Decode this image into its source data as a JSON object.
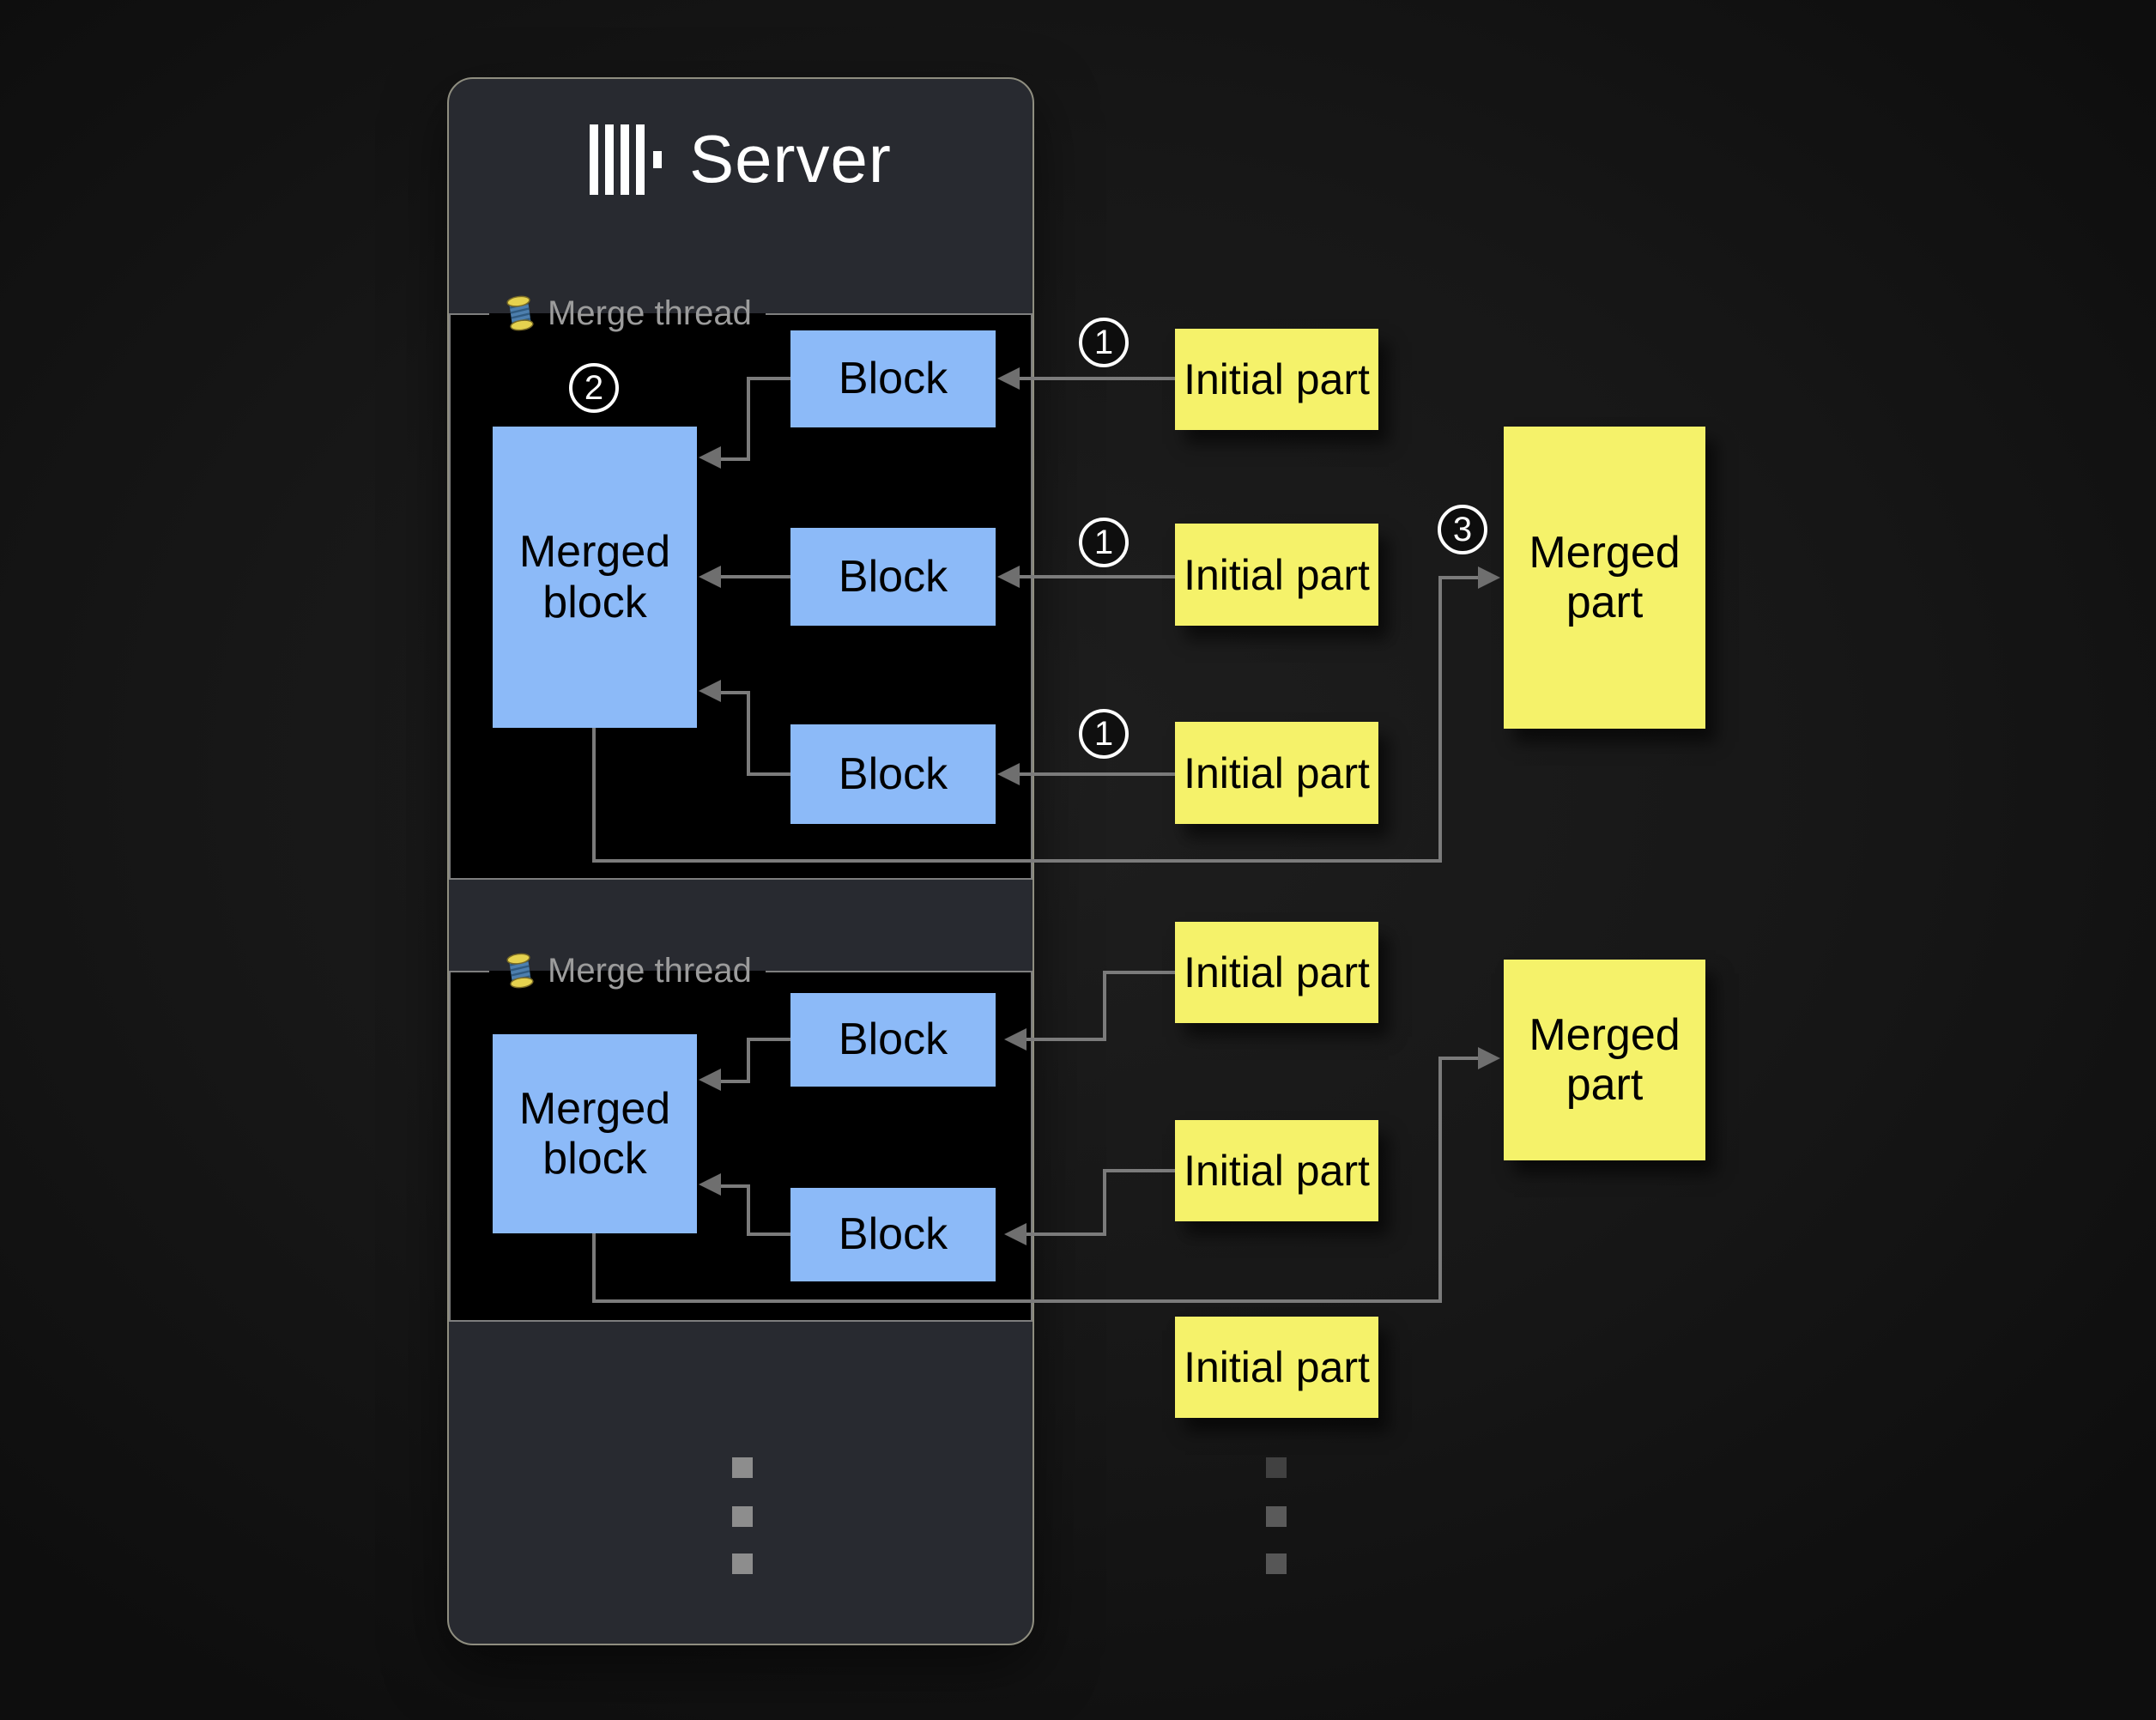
{
  "server": {
    "title": "Server"
  },
  "threads": [
    {
      "label": "Merge thread",
      "badge": "2",
      "merged_block": "Merged block",
      "blocks": [
        "Block",
        "Block",
        "Block"
      ]
    },
    {
      "label": "Merge thread",
      "merged_block": "Merged block",
      "blocks": [
        "Block",
        "Block"
      ]
    }
  ],
  "parts": {
    "initial_group1": [
      {
        "badge": "1",
        "label": "Initial part"
      },
      {
        "badge": "1",
        "label": "Initial part"
      },
      {
        "badge": "1",
        "label": "Initial part"
      }
    ],
    "initial_group2": [
      {
        "label": "Initial part"
      },
      {
        "label": "Initial part"
      },
      {
        "label": "Initial part"
      }
    ],
    "merged": [
      {
        "badge": "3",
        "label": "Merged part"
      },
      {
        "label": "Merged part"
      }
    ]
  },
  "icons": {
    "logo": "clickhouse-bars-logo",
    "thread": "thread-spool-icon"
  },
  "colors": {
    "block_blue": "#8cbaf8",
    "part_yellow": "#f5f26a",
    "panel_bg": "#282a30",
    "thread_box_bg": "#000000",
    "connector_gray": "#7b7b7b",
    "badge_white": "#ffffff"
  },
  "ellipsis": {
    "server_dots": 3,
    "parts_dots": 3
  }
}
